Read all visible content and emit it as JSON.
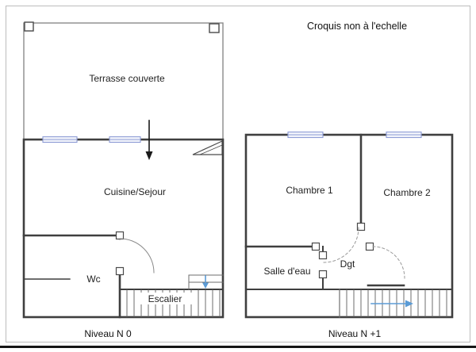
{
  "page": {
    "note": "Croquis non à l'echelle"
  },
  "ground_floor": {
    "caption": "Niveau N 0",
    "rooms": {
      "terrace": "Terrasse couverte",
      "living": "Cuisine/Sejour",
      "wc": "Wc",
      "stairs": "Escalier"
    }
  },
  "upper_floor": {
    "caption": "Niveau N +1",
    "rooms": {
      "bedroom1": "Chambre 1",
      "bedroom2": "Chambre 2",
      "bathroom": "Salle d'eau",
      "hall": "Dgt"
    }
  },
  "colors": {
    "wall": "#3f3f3f",
    "sketch_line": "#8a8a8a",
    "window": "#8e9cd6",
    "stair_arrow": "#5b9bd5"
  }
}
